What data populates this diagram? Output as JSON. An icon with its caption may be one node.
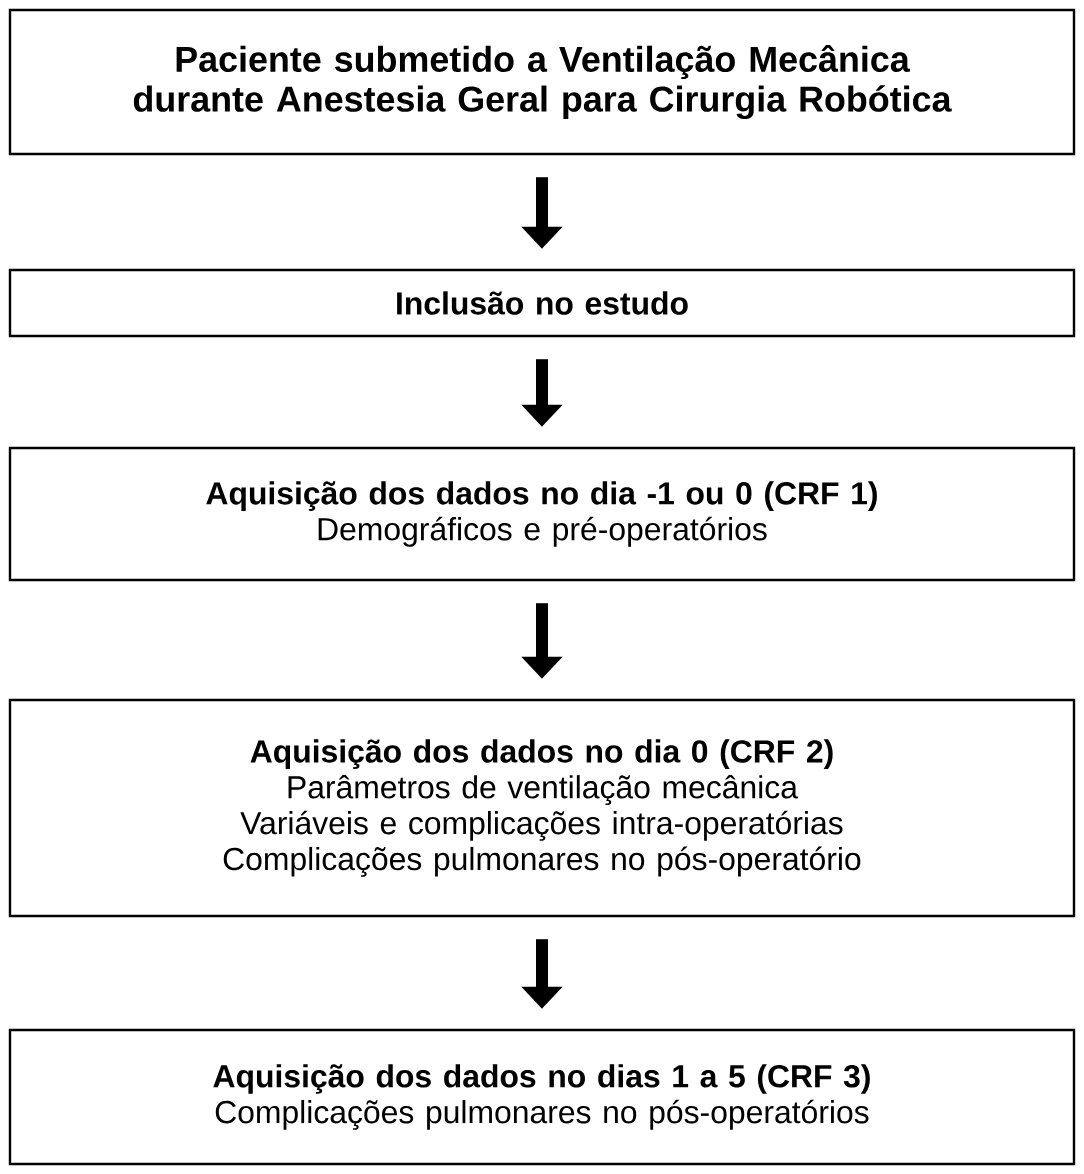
{
  "diagram": {
    "nodes": [
      {
        "text": [
          "Paciente submetido a Ventilação Mecânica durante Anestesia Geral para Cirurgia Robótica"
        ]
      },
      {
        "text": [
          "Inclusão no estudo"
        ]
      },
      {
        "text": [
          "Aquisição dos dados no dia -1 ou 0 (CRF 1)",
          "Demográficos e pré-operatórios"
        ]
      },
      {
        "text": [
          "Aquisição dos dados no dia 0 (CRF 2)",
          "Parâmetros de ventilação mecânica",
          "Variáveis e complicações intra-operatórias",
          "Complicações pulmonares no pós-operatório"
        ]
      },
      {
        "text": [
          "Aquisição dos dados no dias 1 a 5 (CRF 3)",
          "Complicações pulmonares no pós-operatórios"
        ]
      }
    ],
    "edges": [
      {
        "from": 0,
        "to": 1,
        "arrow": "to"
      },
      {
        "from": 1,
        "to": 2,
        "arrow": "to"
      },
      {
        "from": 2,
        "to": 3,
        "arrow": "to"
      },
      {
        "from": 3,
        "to": 4,
        "arrow": "to"
      }
    ]
  }
}
